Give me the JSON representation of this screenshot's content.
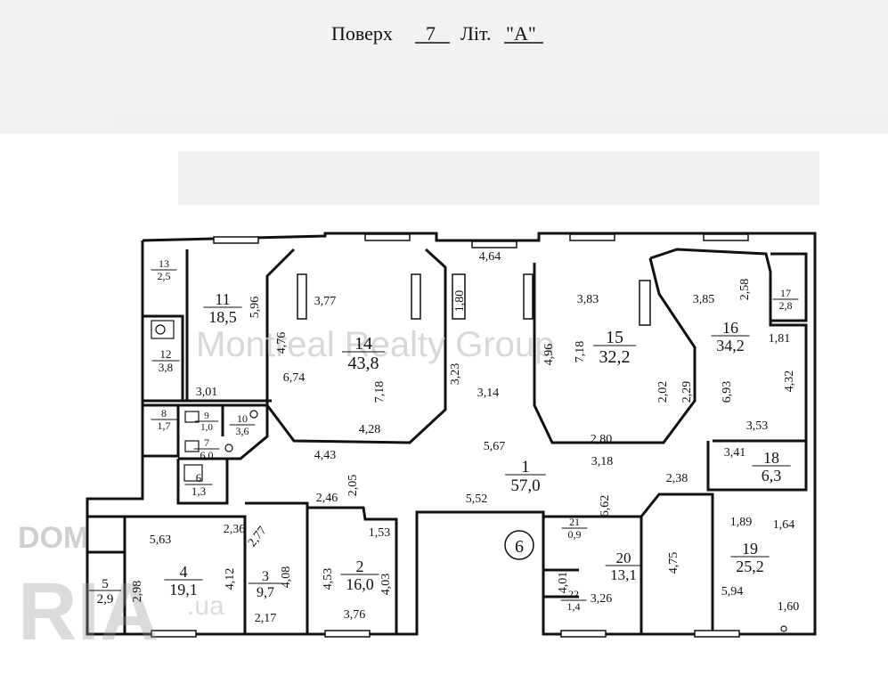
{
  "header": {
    "floor_label": "Поверх",
    "floor_value": "7",
    "lit_label": "Літ.",
    "lit_value": "\"А\""
  },
  "watermark": {
    "text": "Montreal Realty Group",
    "logo_top": "DOM",
    "logo_main": "RIA",
    "logo_sub": ".ua"
  },
  "apartment_marker": "6",
  "rooms": [
    {
      "id": "1",
      "area": "57,0"
    },
    {
      "id": "2",
      "area": "16,0"
    },
    {
      "id": "3",
      "area": "9,7"
    },
    {
      "id": "4",
      "area": "19,1"
    },
    {
      "id": "5",
      "area": "2,9"
    },
    {
      "id": "6",
      "area": "1,3"
    },
    {
      "id": "7",
      "area": "6,0"
    },
    {
      "id": "8",
      "area": "1,7"
    },
    {
      "id": "9",
      "area": "1,0"
    },
    {
      "id": "10",
      "area": "3,6"
    },
    {
      "id": "11",
      "area": "18,5"
    },
    {
      "id": "12",
      "area": "3,8"
    },
    {
      "id": "13",
      "area": "2,5"
    },
    {
      "id": "14",
      "area": "43,8"
    },
    {
      "id": "15",
      "area": "32,2"
    },
    {
      "id": "16",
      "area": "34,2"
    },
    {
      "id": "17",
      "area": "2,8"
    },
    {
      "id": "18",
      "area": "6,3"
    },
    {
      "id": "19",
      "area": "25,2"
    },
    {
      "id": "20",
      "area": "13,1"
    },
    {
      "id": "21",
      "area": "0,9"
    },
    {
      "id": "22",
      "area": "1,4"
    }
  ],
  "dimensions": [
    "4,64",
    "3,77",
    "1,80",
    "5,96",
    "4,76",
    "6,74",
    "7,18",
    "4,28",
    "3,23",
    "3,14",
    "3,01",
    "4,43",
    "2,05",
    "5,67",
    "3,83",
    "4,96",
    "7,18",
    "2,02",
    "2,80",
    "3,18",
    "3,85",
    "2,58",
    "1,81",
    "2,29",
    "6,93",
    "4,32",
    "3,53",
    "3,41",
    "2,38",
    "6,62",
    "1,89",
    "1,64",
    "4,75",
    "5,94",
    "1,60",
    "5,52",
    "2,46",
    "2,36",
    "5,63",
    "2,77",
    "1,53",
    "4,12",
    "4,08",
    "4,53",
    "4,03",
    "2,98",
    "2,17",
    "3,76",
    "4,01",
    "3,26"
  ]
}
